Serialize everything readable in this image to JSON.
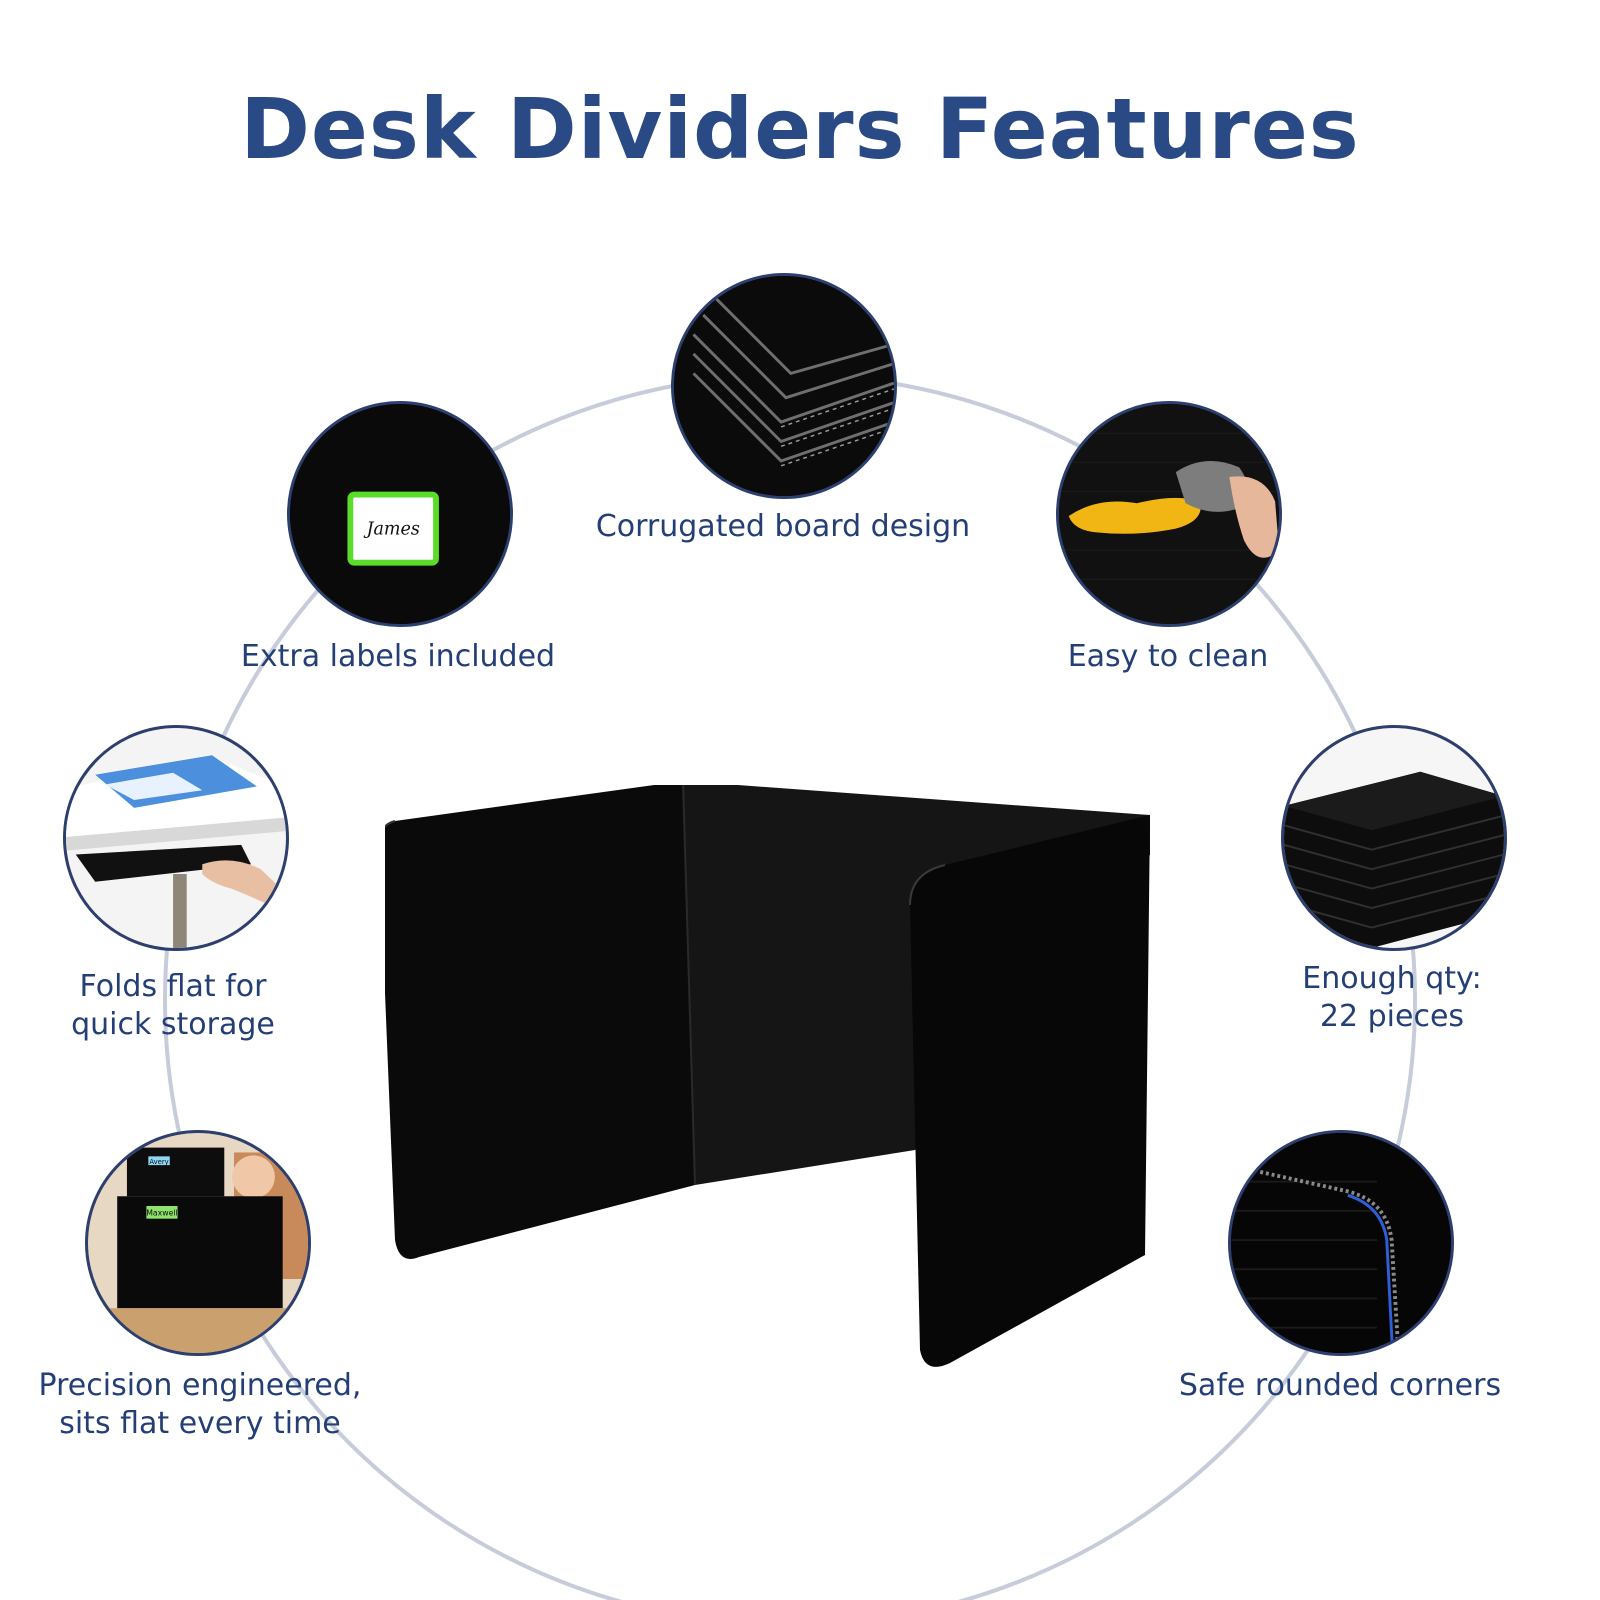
{
  "title": "Desk Dividers Features",
  "colors": {
    "title": "#2a4a86",
    "label": "#243f75",
    "arc": "#c7ccdb",
    "circle_border": "#2c3f6e",
    "panel": "#0a0a0a"
  },
  "features": [
    {
      "icon": "corrugated-board-image",
      "label": "Corrugated board design"
    },
    {
      "icon": "name-label-image",
      "label": "Extra labels included",
      "tag_text": "James"
    },
    {
      "icon": "cleaning-image",
      "label": "Easy to clean"
    },
    {
      "icon": "folding-storage-image",
      "label_lines": [
        "Folds flat for",
        "quick storage"
      ]
    },
    {
      "icon": "stacked-boards-image",
      "label_lines": [
        "Enough qty:",
        "22 pieces"
      ]
    },
    {
      "icon": "desk-setup-image",
      "label_lines": [
        "Precision engineered,",
        "sits flat every time"
      ],
      "tag_texts": [
        "Avery",
        "Maxwell"
      ]
    },
    {
      "icon": "rounded-corner-image",
      "label": "Safe rounded corners"
    }
  ]
}
